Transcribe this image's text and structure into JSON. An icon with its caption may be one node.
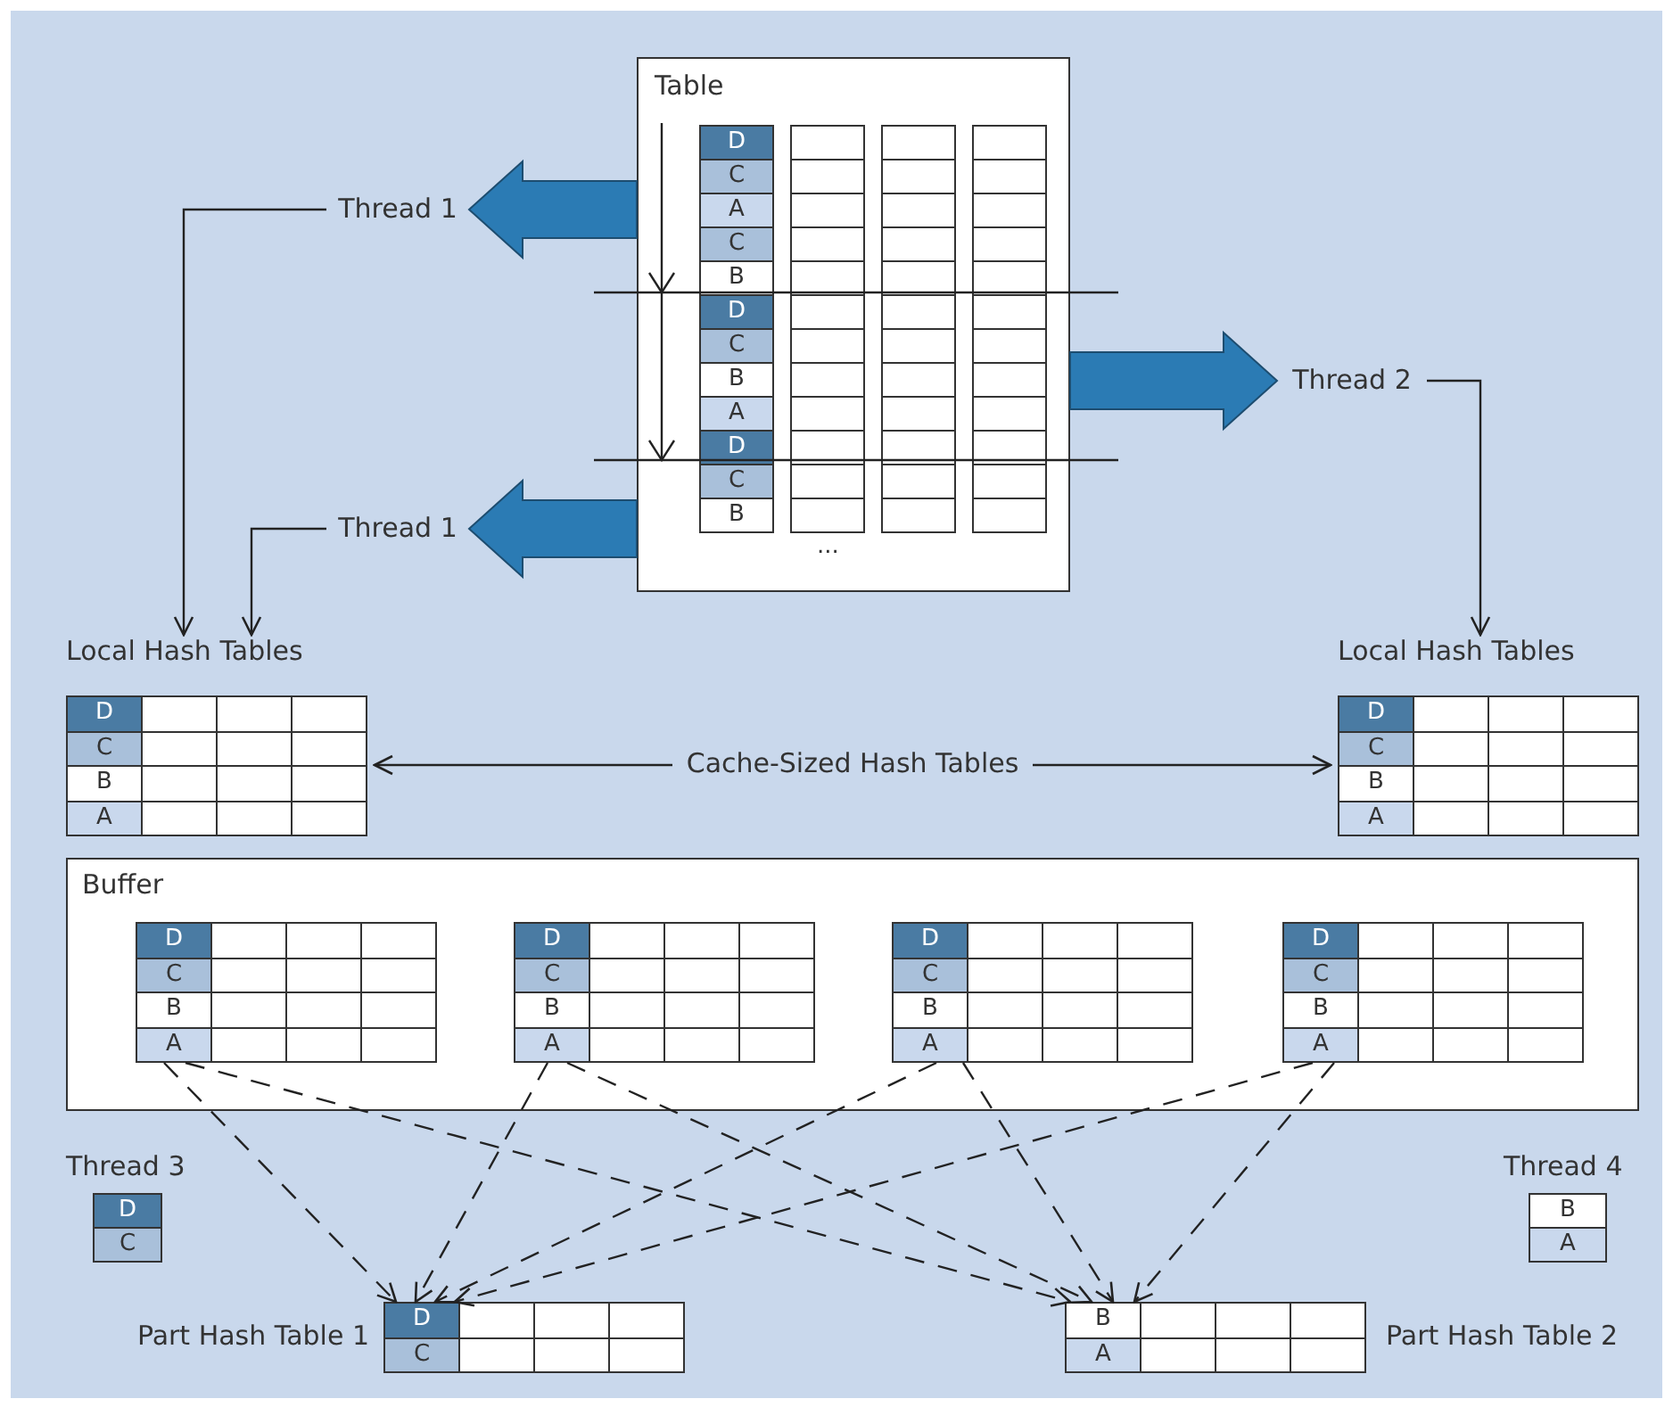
{
  "diagram": {
    "nodes": [
      {
        "text": [
          "Table",
          "D",
          "C",
          "A",
          "C",
          "B",
          "D",
          "C",
          "B",
          "A",
          "D",
          "C",
          "B",
          "..."
        ]
      },
      {
        "text": [
          "Thread 1"
        ]
      },
      {
        "text": [
          "Thread 2"
        ]
      },
      {
        "text": [
          "Thread 1"
        ]
      },
      {
        "text": [
          "Local Hash Tables",
          "D",
          "C",
          "B",
          "A"
        ]
      },
      {
        "text": [
          "Local Hash Tables",
          "D",
          "C",
          "B",
          "A"
        ]
      },
      {
        "text": [
          "Buffer"
        ]
      },
      {
        "text": [
          "D",
          "C",
          "B",
          "A"
        ],
        "in": 6
      },
      {
        "text": [
          "D",
          "C",
          "B",
          "A"
        ],
        "in": 6
      },
      {
        "text": [
          "D",
          "C",
          "B",
          "A"
        ],
        "in": 6
      },
      {
        "text": [
          "D",
          "C",
          "B",
          "A"
        ],
        "in": 6
      },
      {
        "text": [
          "Thread 3",
          "D",
          "C"
        ]
      },
      {
        "text": [
          "Thread 4",
          "B",
          "A"
        ]
      },
      {
        "text": [
          "Part Hash Table 1",
          "D",
          "C"
        ]
      },
      {
        "text": [
          "Part Hash Table 2",
          "B",
          "A"
        ]
      }
    ],
    "edges": [
      {
        "from": 0,
        "to": 1,
        "arrow": "to",
        "style": "thick",
        "color": "#2b7bb4"
      },
      {
        "from": 0,
        "to": 2,
        "arrow": "to",
        "style": "thick",
        "color": "#2b7bb4"
      },
      {
        "from": 0,
        "to": 3,
        "arrow": "to",
        "style": "thick",
        "color": "#2b7bb4"
      },
      {
        "from": 1,
        "to": 4,
        "arrow": "to"
      },
      {
        "from": 3,
        "to": 4,
        "arrow": "to"
      },
      {
        "from": 2,
        "to": 5,
        "arrow": "to"
      },
      {
        "from": 4,
        "to": 5,
        "arrow": "both",
        "label": "Cache-Sized Hash Tables"
      },
      {
        "from": 7,
        "to": 13,
        "arrow": "to",
        "style": "dashed"
      },
      {
        "from": 7,
        "to": 14,
        "arrow": "to",
        "style": "dashed"
      },
      {
        "from": 8,
        "to": 13,
        "arrow": "to",
        "style": "dashed"
      },
      {
        "from": 8,
        "to": 14,
        "arrow": "to",
        "style": "dashed"
      },
      {
        "from": 9,
        "to": 13,
        "arrow": "to",
        "style": "dashed"
      },
      {
        "from": 9,
        "to": 14,
        "arrow": "to",
        "style": "dashed"
      },
      {
        "from": 10,
        "to": 13,
        "arrow": "to",
        "style": "dashed"
      },
      {
        "from": 10,
        "to": 14,
        "arrow": "to",
        "style": "dashed"
      }
    ]
  }
}
